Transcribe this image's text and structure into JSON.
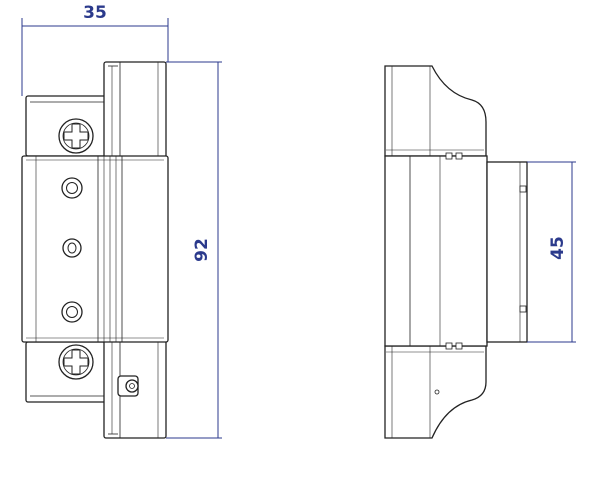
{
  "dimensions": {
    "width": "35",
    "height": "92",
    "slot": "45"
  },
  "colors": {
    "dimension": "#2b3a8c",
    "line": "#222222",
    "shade": "#f4f4f4"
  }
}
